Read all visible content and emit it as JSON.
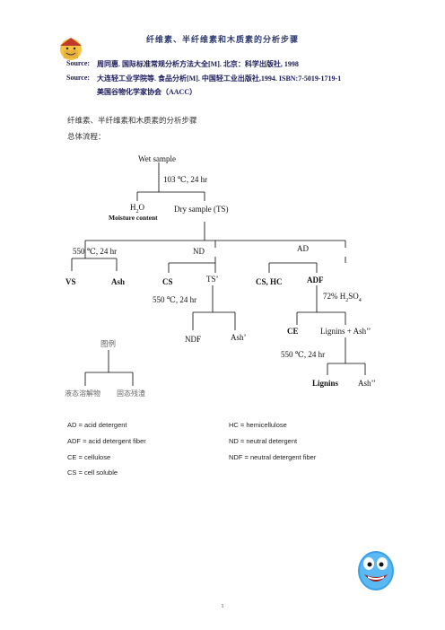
{
  "header": {
    "title": "纤维素、半纤维素和木质素的分析步骤"
  },
  "sources": [
    {
      "label": "Source:",
      "text": "周同惠. 国际标准常规分析方法大全[M]. 北京：科学出版社, 1998"
    },
    {
      "label": "Source:",
      "text": "大连轻工业学院等. 食品分析[M]. 中国轻工业出版社,1994. ISBN:7-5019-1719-1"
    },
    {
      "label": "",
      "text": "美国谷物化学家协会（AACC）"
    }
  ],
  "intro": {
    "line1": "纤维素、半纤维素和木质素的分析步骤",
    "line2": "总体流程："
  },
  "diagram": {
    "wet_sample": "Wet sample",
    "cond1": "103 ℃, 24 hr",
    "h2o": "H",
    "h2o_sub": "2",
    "h2o_tail": "O",
    "moisture": "Moisture content",
    "dry_sample": "Dry sample (TS)",
    "cond2": "550 ℃, 24 hr",
    "nd": "ND",
    "ad": "AD",
    "vs": "VS",
    "ash": "Ash",
    "cs": "CS",
    "ts2": "TS’",
    "cs_hc": "CS, HC",
    "adf": "ADF",
    "cond3": "550 ℃, 24 hr",
    "acid": "72% H",
    "acid_sub1": "2",
    "acid_mid": "SO",
    "acid_sub2": "4",
    "ndf": "NDF",
    "ash2": "Ash’",
    "ce": "CE",
    "lignins_ash": "Lignins + Ash’’",
    "cond4": "550 ℃, 24 hr",
    "lignins": "Lignins",
    "ash3": "Ash’’",
    "legend_title": "图例",
    "legend_liquid": "液态溶解物",
    "legend_solid": "固态残渣"
  },
  "abbreviations": {
    "left": [
      "AD = acid detergent",
      "ADF = acid detergent fiber",
      "CE = cellulose",
      "CS = cell soluble"
    ],
    "right": [
      "HC = hemicellulose",
      "ND = neutral detergent",
      "NDF = neutral detergent fiber"
    ]
  },
  "footer": {
    "page": "1"
  }
}
